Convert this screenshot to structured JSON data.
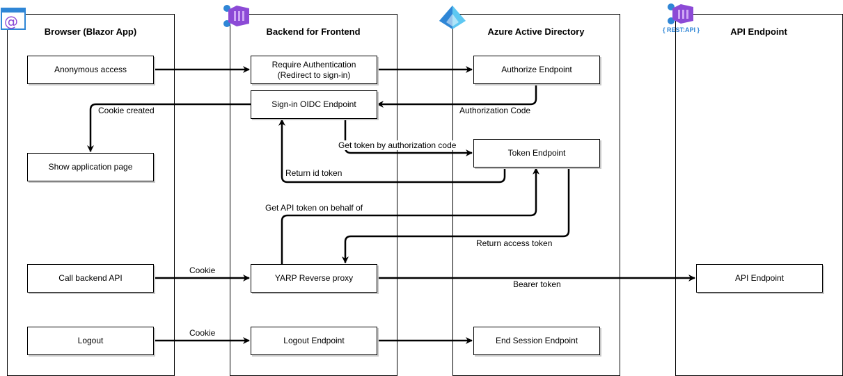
{
  "lanes": {
    "browser": "Browser (Blazor App)",
    "bff": "Backend for Frontend",
    "aad": "Azure Active Directory",
    "api": "API Endpoint"
  },
  "boxes": {
    "anonymous": "Anonymous access",
    "show_page": "Show application page",
    "call_api": "Call backend API",
    "logout": "Logout",
    "require_auth": "Require Authentication\n(Redirect to sign-in)",
    "signin_oidc": "Sign-in OIDC Endpoint",
    "yarp": "YARP Reverse proxy",
    "logout_endpoint": "Logout Endpoint",
    "authorize": "Authorize Endpoint",
    "token": "Token Endpoint",
    "end_session": "End Session Endpoint",
    "api_endpoint": "API Endpoint"
  },
  "labels": {
    "cookie_created": "Cookie created",
    "authorization_code": "Authorization Code",
    "get_token_by_code": "Get token by authorization code",
    "return_id_token": "Return id token",
    "get_api_token": "Get API token on behalf of",
    "return_access_token": "Return access token",
    "cookie_1": "Cookie",
    "bearer_token": "Bearer token",
    "cookie_2": "Cookie"
  },
  "icons": {
    "browser_icon": "blazor-window-icon",
    "bff_icon": "app-service-icon",
    "aad_icon": "azure-active-directory-icon",
    "api_icon": "rest-api-icon",
    "api_icon_text": "{ REST:API }"
  },
  "colors": {
    "line": "#000000",
    "box_shadow": "#c8c8c8",
    "azure_blue": "#2f86d6",
    "purple": "#8c4ad6"
  }
}
